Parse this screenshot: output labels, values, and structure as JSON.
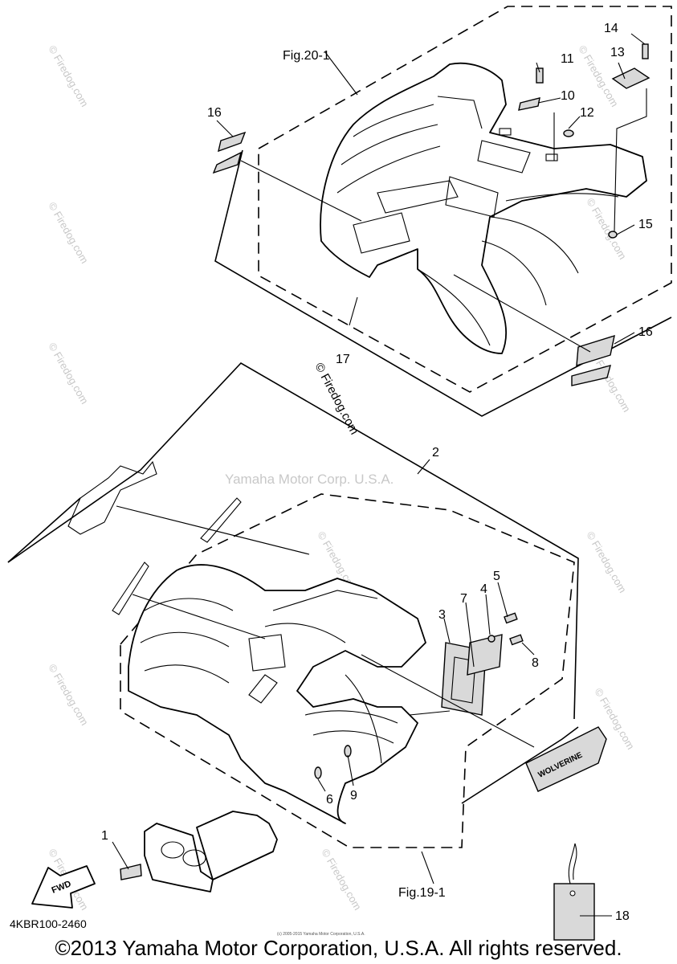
{
  "drawing_code": "4KBR100-2460",
  "copyright": "©2013 Yamaha Motor Corporation, U.S.A. All rights reserved.",
  "fine_print": "(c) 2005-2015 Yamaha Motor Corporation, U.S.A.",
  "watermark_center": "Yamaha Motor Corp. U.S.A.",
  "watermark_firedog": "© Firedog.com",
  "fig_refs": {
    "rear": "Fig.20-1",
    "front": "Fig.19-1"
  },
  "callouts": {
    "c1": "1",
    "c2": "2",
    "c3": "3",
    "c4": "4",
    "c5": "5",
    "c6": "6",
    "c7": "7",
    "c8": "8",
    "c9": "9",
    "c10": "10",
    "c11": "11",
    "c12": "12",
    "c13": "13",
    "c14": "14",
    "c15": "15",
    "c16a": "16",
    "c16b": "16",
    "c17": "17",
    "c18": "18"
  },
  "decals": {
    "wolverine": "WOLVERINE",
    "fwd": "FWD"
  }
}
